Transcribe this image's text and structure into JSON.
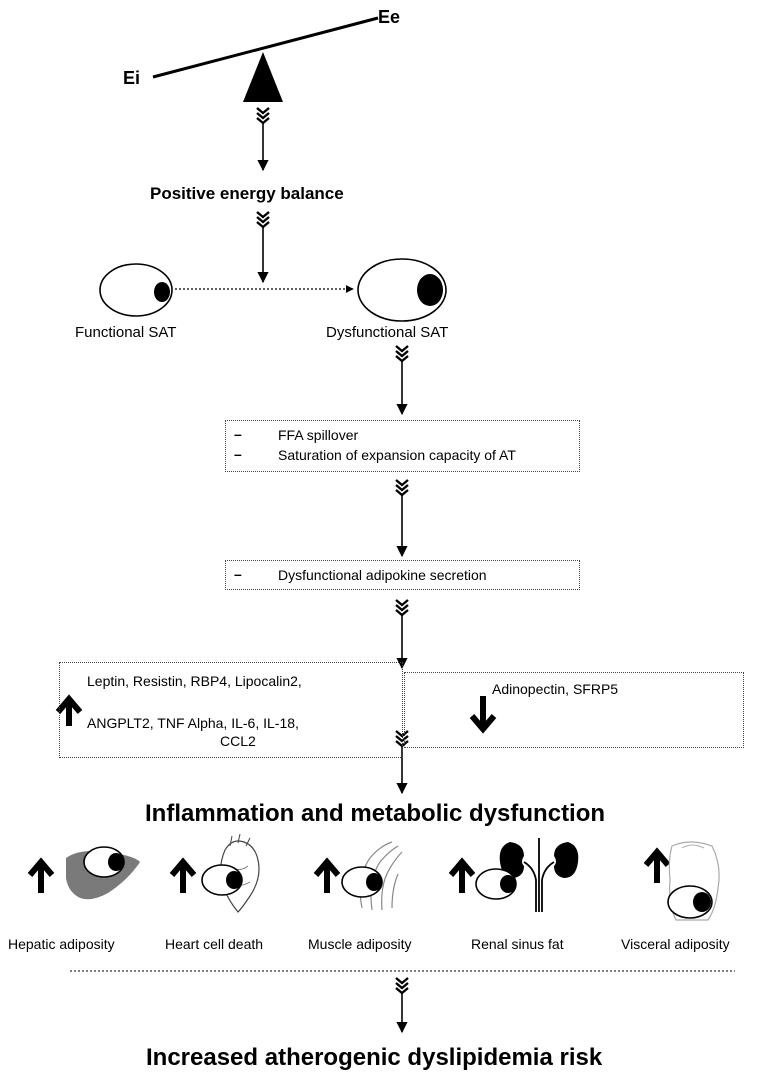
{
  "balance": {
    "ee": "Ee",
    "ei": "Ei"
  },
  "positive_balance": "Positive energy balance",
  "cells": {
    "functional": "Functional SAT",
    "dysfunctional": "Dysfunctional SAT"
  },
  "box1": {
    "items": [
      "FFA spillover",
      "Saturation of expansion capacity of AT"
    ]
  },
  "box2": {
    "items": [
      "Dysfunctional adipokine secretion"
    ]
  },
  "increased_adipokines": {
    "line1": "Leptin, Resistin, RBP4, Lipocalin2,",
    "line2": "ANGPLT2, TNF Alpha, IL-6, IL-18,",
    "line3": "CCL2"
  },
  "decreased_adipokines": {
    "line1": "Adinopectin, SFRP5"
  },
  "inflammation_heading": "Inflammation and metabolic dysfunction",
  "organs": [
    {
      "label": "Hepatic adiposity",
      "icon": "liver-icon"
    },
    {
      "label": "Heart cell death",
      "icon": "heart-icon"
    },
    {
      "label": "Muscle adiposity",
      "icon": "muscle-icon"
    },
    {
      "label": "Renal sinus fat",
      "icon": "kidney-icon"
    },
    {
      "label": "Visceral adiposity",
      "icon": "torso-icon"
    }
  ],
  "final_outcome": "Increased atherogenic dyslipidemia risk"
}
